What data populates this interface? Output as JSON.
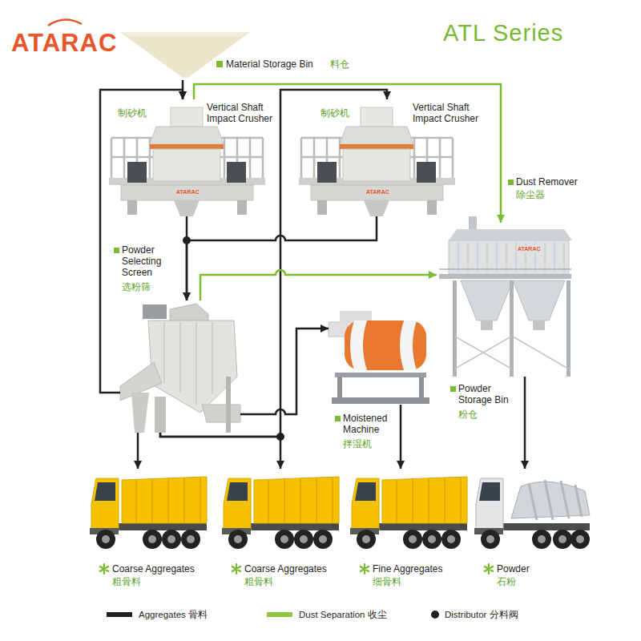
{
  "diagram": {
    "title": "ATL Series",
    "nodes": [
      {
        "text": [
          "Material Storage Bin",
          "料仓"
        ]
      },
      {
        "text": [
          "制砂机",
          "Vertical Shaft Impact Crusher"
        ]
      },
      {
        "text": [
          "制砂机",
          "Vertical Shaft Impact Crusher"
        ]
      },
      {
        "text": [
          "Dust Remover",
          "除尘器"
        ]
      },
      {
        "text": [
          "Powder Selecting Screen",
          "选粉筛"
        ]
      },
      {
        "text": [
          "Moistened Machine",
          "拌湿机"
        ]
      },
      {
        "text": [
          "Powder Storage Bin",
          "粉仓"
        ]
      },
      {
        "text": [
          "Coarse Aggregates",
          "粗骨料"
        ]
      },
      {
        "text": [
          "Coarse Aggregates",
          "粗骨料"
        ]
      },
      {
        "text": [
          "Fine Aggregates",
          "细骨料"
        ]
      },
      {
        "text": [
          "Powder",
          "石粉"
        ]
      }
    ],
    "edges": [
      {
        "from": 0,
        "to": 1,
        "arrow": "to"
      },
      {
        "from": 1,
        "to": 3,
        "arrow": "to"
      },
      {
        "from": 1,
        "to": 4,
        "arrow": "to"
      },
      {
        "from": 2,
        "to": 4,
        "arrow": "to"
      },
      {
        "from": 4,
        "to": 1,
        "arrow": "to"
      },
      {
        "from": 4,
        "to": 2,
        "arrow": "to"
      },
      {
        "from": 4,
        "to": 3,
        "arrow": "to"
      },
      {
        "from": 4,
        "to": 5,
        "arrow": "to"
      },
      {
        "from": 4,
        "to": 7,
        "arrow": "to"
      },
      {
        "from": 4,
        "to": 8,
        "arrow": "to"
      },
      {
        "from": 5,
        "to": 9,
        "arrow": "to"
      },
      {
        "from": 6,
        "to": 10,
        "arrow": "to"
      }
    ],
    "labels": [
      "ATARAC",
      "ATARAC",
      "ATARAC",
      "ATARAC"
    ],
    "legend": [
      {
        "text": "Aggregates 骨料",
        "color": "#231f20"
      },
      {
        "text": "Dust Separation 收尘",
        "color": "#8dc63f"
      },
      {
        "text": "Distributor 分料阀"
      }
    ]
  }
}
